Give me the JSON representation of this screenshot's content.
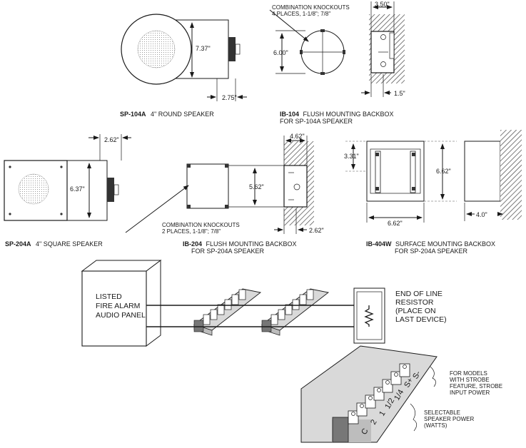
{
  "diagram": {
    "sp104a": {
      "dim_height": "7.37\"",
      "dim_depth": "2.75\"",
      "model": "SP-104A",
      "desc": "4\" ROUND SPEAKER"
    },
    "ib104": {
      "knockouts_line1": "COMBINATION KNOCKOUTS",
      "knockouts_line2": "4 PLACES,  1-1/8\";  7/8\"",
      "dim_height": "6.00\"",
      "dim_width": "3.50\"",
      "dim_side": "1.5\"",
      "model": "IB-104",
      "desc_line1": "FLUSH  MOUNTING BACKBOX",
      "desc_line2": "FOR SP-104A SPEAKER"
    },
    "sp204a": {
      "dim_depth": "2.62\"",
      "dim_height": "6.37\"",
      "model": "SP-204A",
      "desc": "4\" SQUARE SPEAKER"
    },
    "ib204": {
      "dim_width": "4.62\"",
      "dim_height": "5.62\"",
      "dim_depth": "2.62\"",
      "knockouts_line1": "COMBINATION KNOCKOUTS",
      "knockouts_line2": "2  PLACES,  1-1/8\";  7/8\"",
      "model": "IB-204",
      "desc_line1": "FLUSH  MOUNTING BACKBOX",
      "desc_line2": "FOR SP-204A SPEAKER"
    },
    "ib404w": {
      "dim_inner": "3.31\"",
      "dim_height": "6.62\"",
      "dim_width": "6.62\"",
      "dim_depth": "4.0\"",
      "model": "IB-404W",
      "desc_line1": "SURFACE MOUNTING BACKBOX",
      "desc_line2": "FOR SP-204A SPEAKER"
    },
    "wiring": {
      "panel_line1": "LISTED",
      "panel_line2": "FIRE ALARM",
      "panel_line3": "AUDIO PANEL",
      "eol_line1": "END OF LINE",
      "eol_line2": "RESISTOR",
      "eol_line3": "(PLACE ON",
      "eol_line4": "LAST DEVICE)"
    },
    "terminal_detail": {
      "labels": [
        "S-",
        "S+",
        "1/4",
        "1/2",
        "1",
        "2",
        "C"
      ],
      "strobe_line1": "FOR MODELS",
      "strobe_line2": "WITH STROBE",
      "strobe_line3": "FEATURE,  STROBE",
      "strobe_line4": "INPUT POWER",
      "power_line1": "SELECTABLE",
      "power_line2": "SPEAKER POWER",
      "power_line3": "(WATTS)"
    }
  }
}
